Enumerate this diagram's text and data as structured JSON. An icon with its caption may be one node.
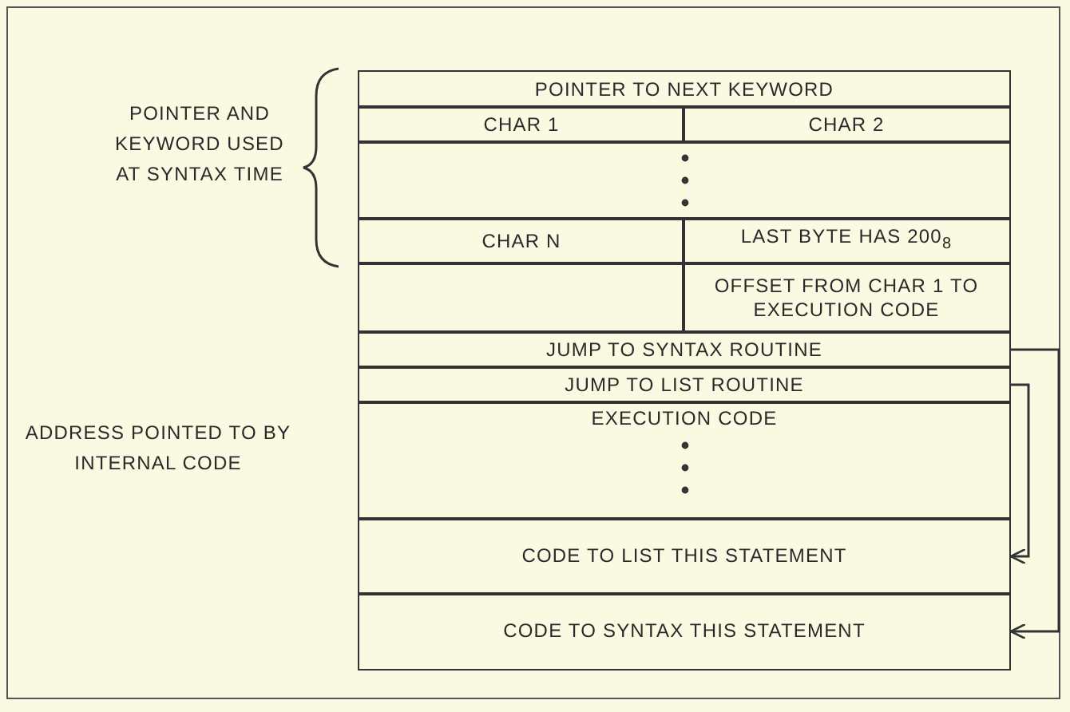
{
  "diagram": {
    "nodes": [
      {
        "text": [
          "POINTER TO NEXT KEYWORD"
        ]
      },
      {
        "text": [
          "CHAR 1"
        ]
      },
      {
        "text": [
          "CHAR 2"
        ]
      },
      {
        "text": [],
        "shape": "box"
      },
      {
        "text": [
          "CHAR N"
        ]
      },
      {
        "text": [
          "LAST BYTE HAS 200$_{8}$"
        ]
      },
      {
        "text": [],
        "shape": "box"
      },
      {
        "text": [
          "OFFSET FROM CHAR 1 TO EXECUTION CODE"
        ]
      },
      {
        "text": [
          "JUMP TO SYNTAX ROUTINE"
        ]
      },
      {
        "text": [
          "JUMP TO LIST ROUTINE"
        ]
      },
      {
        "text": [
          "EXECUTION CODE"
        ]
      },
      {
        "text": [
          "CODE TO LIST THIS STATEMENT"
        ]
      },
      {
        "text": [
          "CODE TO SYNTAX THIS STATEMENT"
        ]
      }
    ],
    "edges": [
      {
        "from": 8,
        "to": 12,
        "arrow": "to"
      },
      {
        "from": 9,
        "to": 11,
        "arrow": "to"
      }
    ],
    "labels": [
      "POINTER AND KEYWORD USED AT SYNTAX TIME",
      "ADDRESS POINTED TO BY INTERNAL CODE"
    ]
  }
}
